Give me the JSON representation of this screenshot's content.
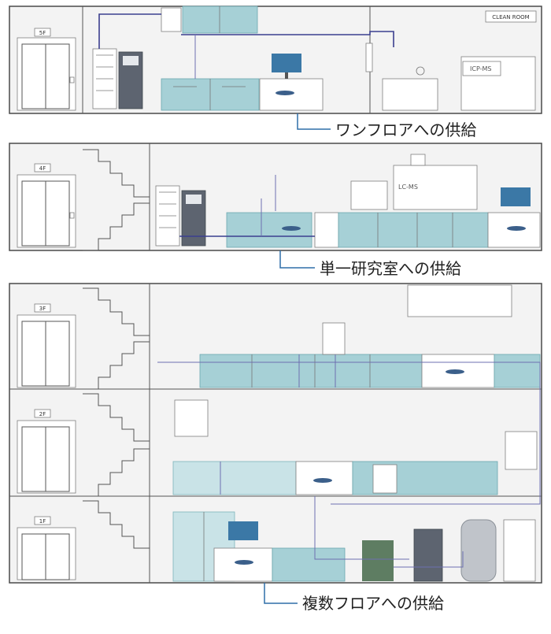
{
  "floors": {
    "f5": "5F",
    "f4": "4F",
    "f3": "3F",
    "f2": "2F",
    "f1": "1F"
  },
  "equipment_labels": {
    "clean_room": "CLEAN ROOM",
    "icp_ms": "ICP-MS",
    "lc_ms": "LC-MS"
  },
  "captions": {
    "one_floor": "ワンフロアへの供給",
    "single_lab": "単一研究室への供給",
    "multi_floor": "複数フロアへの供給"
  },
  "colors": {
    "pipe": "#3b3f8f",
    "cabinet": "#a6d0d6",
    "callout": "#2e6ea8",
    "wall": "#f3f3f3"
  }
}
